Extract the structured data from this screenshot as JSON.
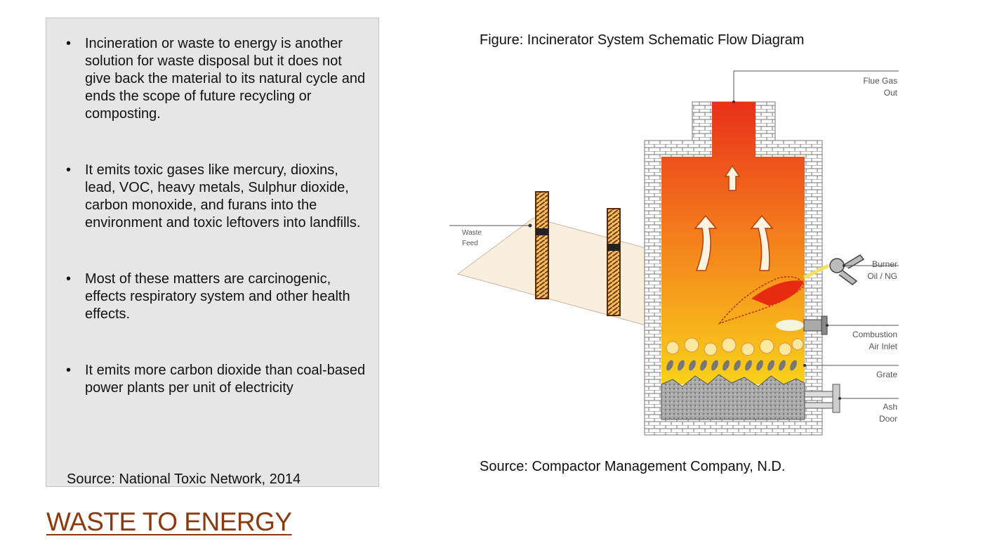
{
  "slide": {
    "title": "WASTE TO ENERGY",
    "left_panel": {
      "bullets": [
        "Incineration or waste to energy is another solution for waste disposal but it does not give back the material to its natural cycle and ends the scope of future recycling or composting.",
        "It emits toxic gases like mercury, dioxins, lead, VOC, heavy metals, Sulphur dioxide, carbon monoxide, and furans into the environment and toxic leftovers into landfills.",
        "Most of these matters are carcinogenic, effects respiratory system and other health effects.",
        "It emits more carbon dioxide than coal-based power plants per unit of electricity"
      ],
      "bullet_glyph": "•",
      "source": "Source: National Toxic Network, 2014"
    },
    "figure": {
      "caption": "Figure: Incinerator System Schematic Flow Diagram",
      "source": "Source: Compactor Management Company, N.D.",
      "labels": {
        "flue_gas_1": "Flue Gas",
        "flue_gas_2": "Out",
        "waste_1": "Waste",
        "waste_2": "Feed",
        "burner_1": "Burner",
        "burner_2": "Oil / NG",
        "combustion_1": "Combustion",
        "combustion_2": "Air Inlet",
        "grate": "Grate",
        "ash_1": "Ash",
        "ash_2": "Door"
      }
    }
  },
  "colors": {
    "title": "#8a3a0e",
    "panel_bg": "#e6e6e6",
    "flame_top": "#e8301a",
    "flame_bottom": "#f7d21a"
  }
}
